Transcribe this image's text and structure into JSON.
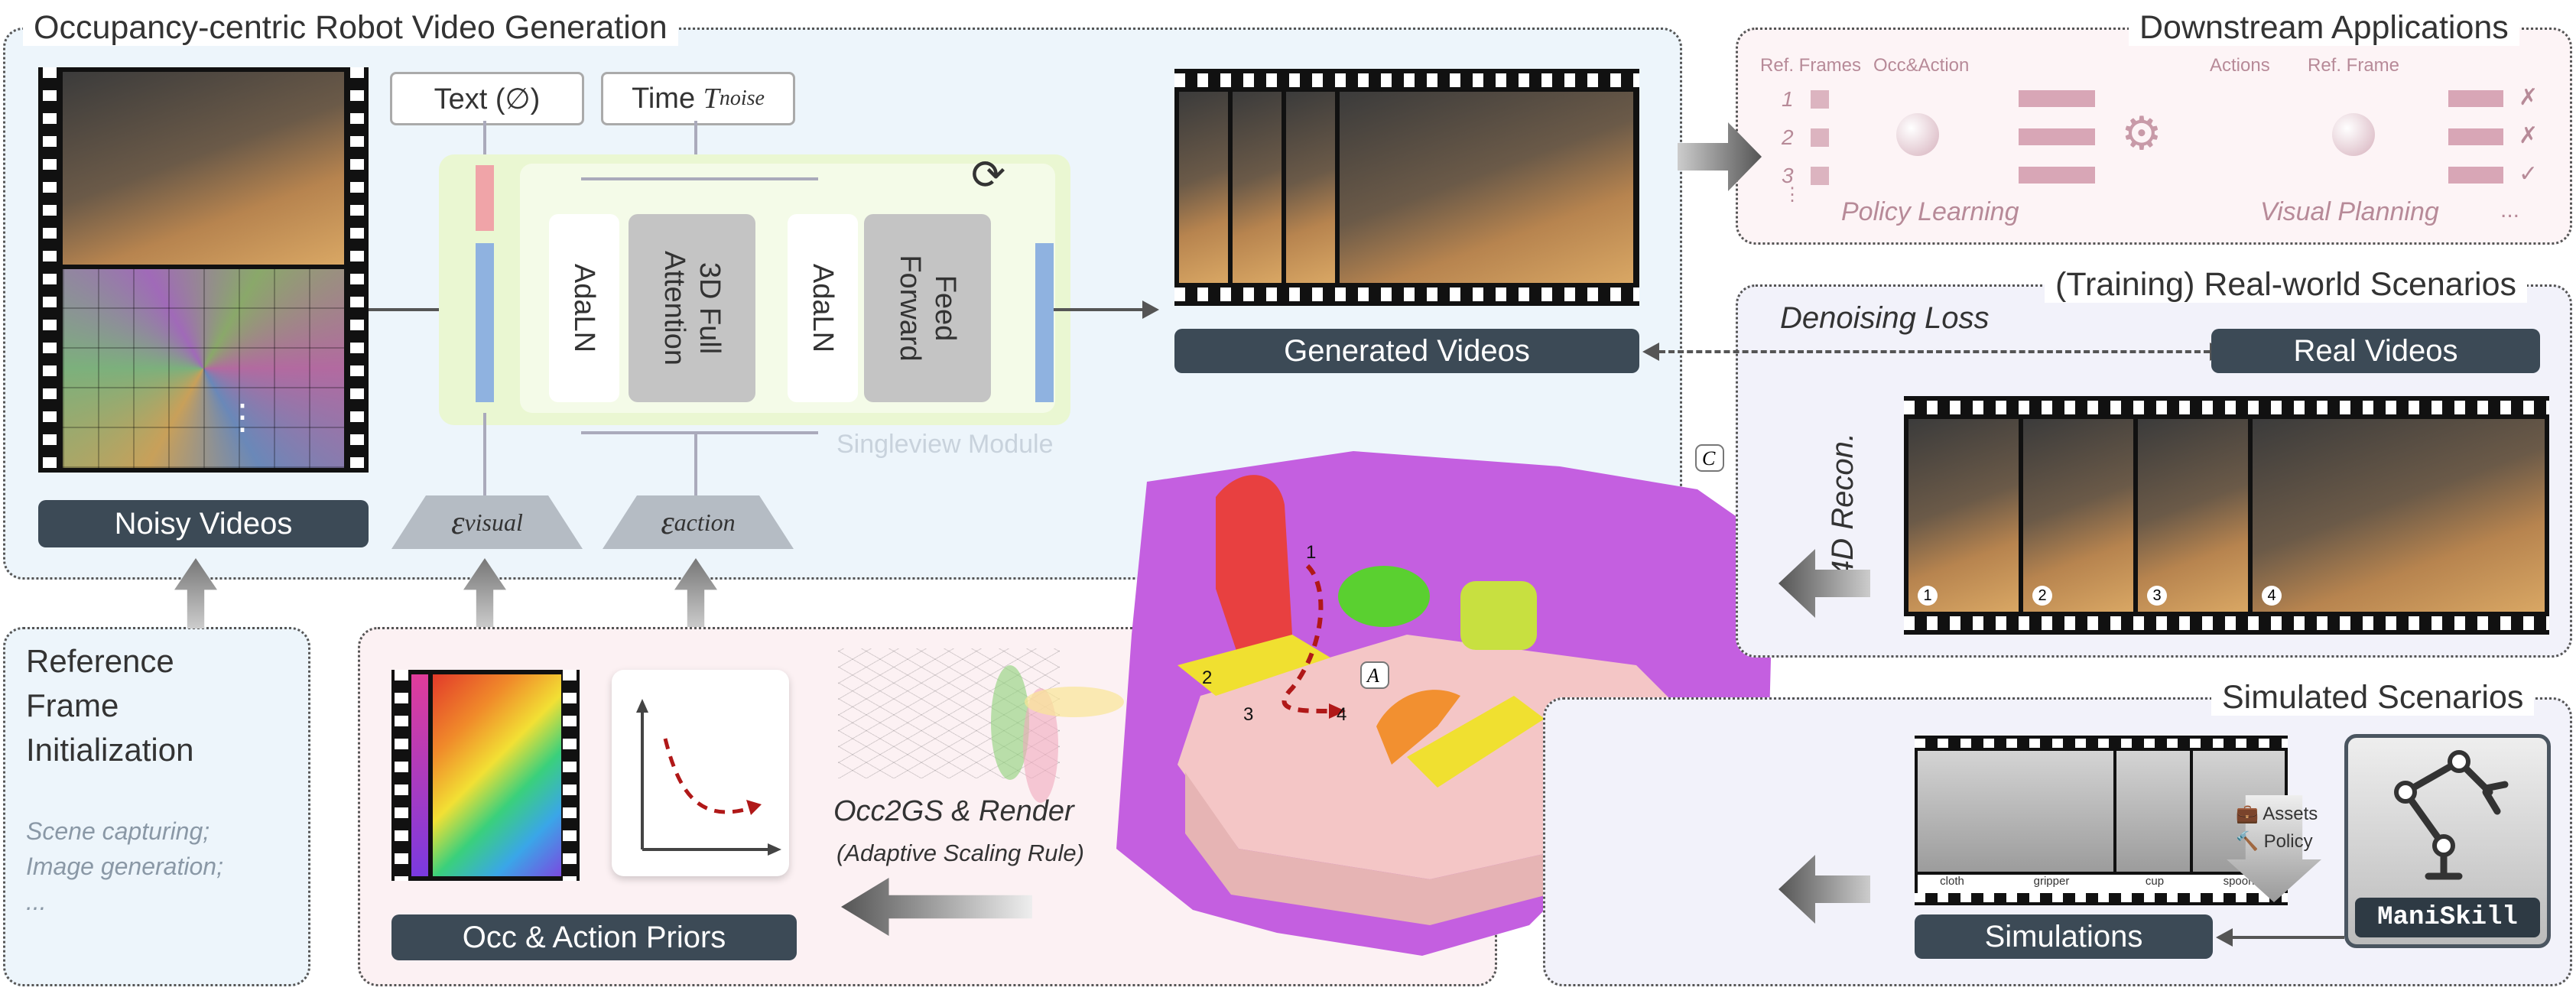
{
  "main_panel": {
    "title": "Occupancy-centric Robot Video Generation",
    "noisy_videos_label": "Noisy Videos",
    "noisy_dots": "⋮",
    "text_input": "Text (∅)",
    "time_input_prefix": "Time ",
    "time_input_symbol": "T",
    "time_input_sub": "noise",
    "module_blocks": [
      "AdaLN",
      "3D Full Attention",
      "AdaLN",
      "Feed Forward"
    ],
    "module_caption": "Singleview Module",
    "enc_visual_symbol": "ε",
    "enc_visual_sub": "visual",
    "enc_action_symbol": "ε",
    "enc_action_sub": "action",
    "generated_label": "Generated Videos"
  },
  "reference_panel": {
    "title_lines": [
      "Reference",
      "Frame",
      "Initialization"
    ],
    "items": [
      "Scene capturing;",
      "Image generation;",
      "..."
    ]
  },
  "priors_panel": {
    "label": "Occ & Action Priors",
    "occ2gs": "Occ2GS & Render",
    "scaling": "(Adaptive Scaling Rule)"
  },
  "downstream_panel": {
    "title": "Downstream Applications",
    "ref_frames": "Ref. Frames",
    "occ_action": "Occ&Action",
    "actions": "Actions",
    "ref_frame": "Ref. Frame",
    "rows": [
      "1",
      "2",
      "3",
      "⋮"
    ],
    "marks": [
      "✗",
      "✗",
      "✓"
    ],
    "policy": "Policy Learning",
    "planning": "Visual Planning",
    "ellipsis": "..."
  },
  "real_panel": {
    "title": "(Training) Real-world Scenarios",
    "denoising": "Denoising Loss",
    "real_videos": "Real Videos",
    "recon": "4D Recon.",
    "frame_numbers": [
      "1",
      "2",
      "3",
      "4"
    ]
  },
  "sim_panel": {
    "title": "Simulated Scenarios",
    "tags": [
      "cloth",
      "gripper",
      "cup",
      "spoon"
    ],
    "assets": "Assets",
    "policy": "Policy",
    "maniskill": "ManiSkill",
    "simulations": "Simulations"
  },
  "scene": {
    "occupancy_label": "C",
    "action_label": "A",
    "trajectory_points": [
      "1",
      "2",
      "3",
      "4"
    ]
  },
  "colors": {
    "dark_label": "#3c4a56",
    "occupancy_purple": "#c45fe0",
    "table_pink": "#f4c6c6",
    "trajectory": "#b01818"
  }
}
